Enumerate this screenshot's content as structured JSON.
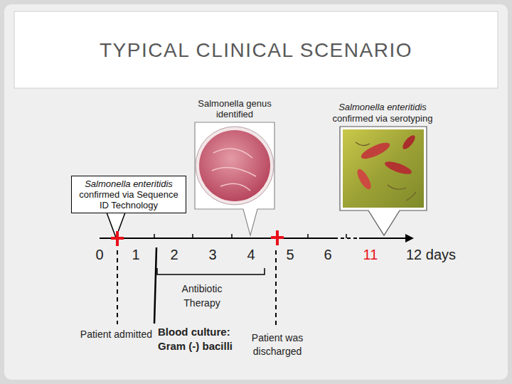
{
  "diagram": {
    "title": "TYPICAL CLINICAL SCENARIO",
    "nodes": [
      {
        "text": [
          "Salmonella enteritidis",
          "confirmed via Sequence ID Technology"
        ]
      }
    ],
    "labels": [
      "Salmonella genus identified",
      "Salmonella enteritidis",
      "confirmed via serotyping",
      "0",
      "1",
      "2",
      "3",
      "4",
      "5",
      "6",
      "11",
      "12 days",
      "Antibiotic Therapy",
      "Patient admitted",
      "Blood culture: Gram (-) bacilli",
      "Patient was discharged"
    ]
  }
}
